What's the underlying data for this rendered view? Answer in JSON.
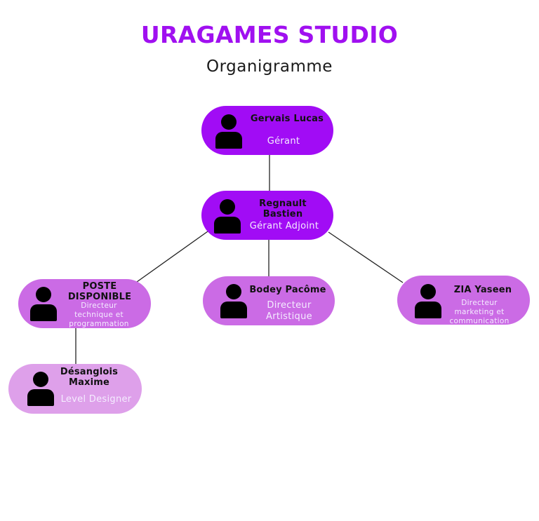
{
  "header": {
    "title": "URAGAMES STUDIO",
    "subtitle": "Organigramme"
  },
  "colors": {
    "title": "#a010f0",
    "level1": "#a10cf5",
    "level2": "#cb6be5",
    "level3": "#dea0ea",
    "connector": "#222222"
  },
  "nodes": [
    {
      "id": "gervais",
      "name": "Gervais Lucas",
      "role": "Gérant",
      "level": 1,
      "reports_to": null,
      "icon": "person-icon"
    },
    {
      "id": "regnault",
      "name": "Regnault Bastien",
      "role": "Gérant Adjoint",
      "level": 1,
      "reports_to": "gervais",
      "icon": "person-icon"
    },
    {
      "id": "poste",
      "name": "POSTE DISPONIBLE",
      "role": "Directeur technique et programmation",
      "level": 2,
      "reports_to": "regnault",
      "icon": "person-icon"
    },
    {
      "id": "bodey",
      "name": "Bodey Pacôme",
      "role": "Directeur Artistique",
      "level": 2,
      "reports_to": "regnault",
      "icon": "person-icon"
    },
    {
      "id": "zia",
      "name": "ZIA Yaseen",
      "role": "Directeur marketing et communication",
      "level": 2,
      "reports_to": "regnault",
      "icon": "person-icon"
    },
    {
      "id": "desanglois",
      "name": "Désanglois Maxime",
      "role": "Level Designer",
      "level": 3,
      "reports_to": "poste",
      "icon": "person-icon"
    }
  ]
}
